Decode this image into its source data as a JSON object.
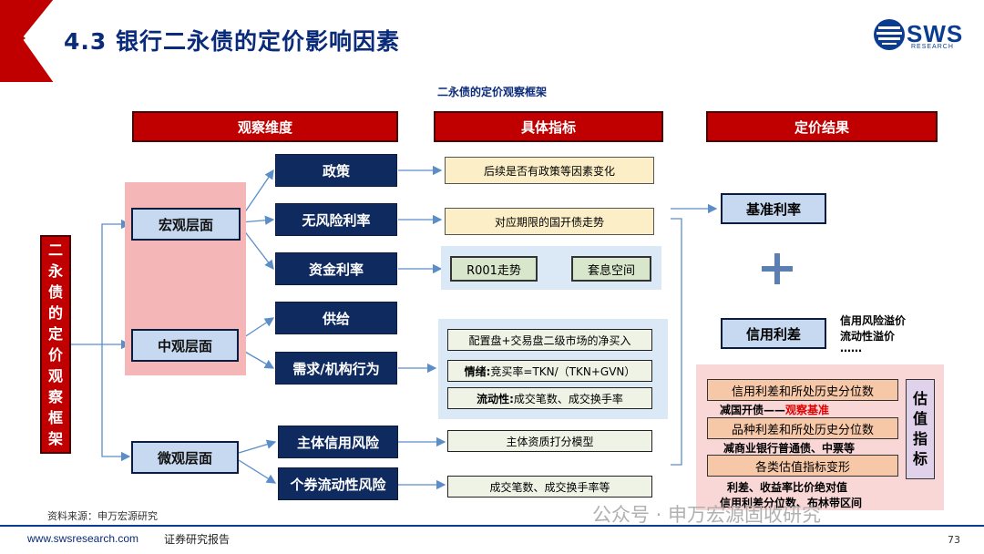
{
  "header": {
    "title": "4.3 银行二永债的定价影响因素",
    "logo_text": "SWS",
    "logo_sub": "RESEARCH",
    "accent_color": "#c00000",
    "brand_color": "#0a3d91"
  },
  "diagram": {
    "title": "二永债的定价观察框架",
    "columns": {
      "dimension": "观察维度",
      "indicators": "具体指标",
      "result": "定价结果"
    },
    "root": "二永债的定价观察框架",
    "levels": {
      "macro": "宏观层面",
      "meso": "中观层面",
      "micro": "微观层面"
    },
    "factors": {
      "policy": "政策",
      "riskfree": "无风险利率",
      "funding": "资金利率",
      "supply": "供给",
      "demand": "需求/机构行为",
      "credit": "主体信用风险",
      "liquidity": "个券流动性风险"
    },
    "indicators": {
      "policy": "后续是否有政策等因素变化",
      "riskfree": "对应期限的国开债走势",
      "r001": "R001走势",
      "carry": "套息空间",
      "netbuy": "配置盘+交易盘二级市场的净买入",
      "sentiment_label": "情绪:",
      "sentiment_value": "竞买率=TKN/（TKN+GVN）",
      "liquidity_label": "流动性:",
      "liquidity_value": "成交笔数、成交换手率",
      "credit_model": "主体资质打分模型",
      "trade_count": "成交笔数、成交换手率等"
    },
    "results": {
      "benchmark": "基准利率",
      "plus": "+",
      "spread": "信用利差",
      "spread_note_1": "信用风险溢价",
      "spread_note_2": "流动性溢价",
      "spread_note_3": "……"
    },
    "valuation": {
      "label": "估值指标",
      "item1": "信用利差和所处历史分位数",
      "item1_sub_a": "减国开债——",
      "item1_sub_b": "观察基准",
      "item2": "品种利差和所处历史分位数",
      "item2_sub": "减商业银行普通债、中票等",
      "item3": "各类估值指标变形",
      "item3_sub1": "利差、收益率比价绝对值",
      "item3_sub2": "信用利差分位数、布林带区间"
    }
  },
  "footer": {
    "source": "资料来源：申万宏源研究",
    "url": "www.swsresearch.com",
    "tag": "证券研究报告",
    "page": "73",
    "watermark": "公众号 · 申万宏源固收研究"
  }
}
